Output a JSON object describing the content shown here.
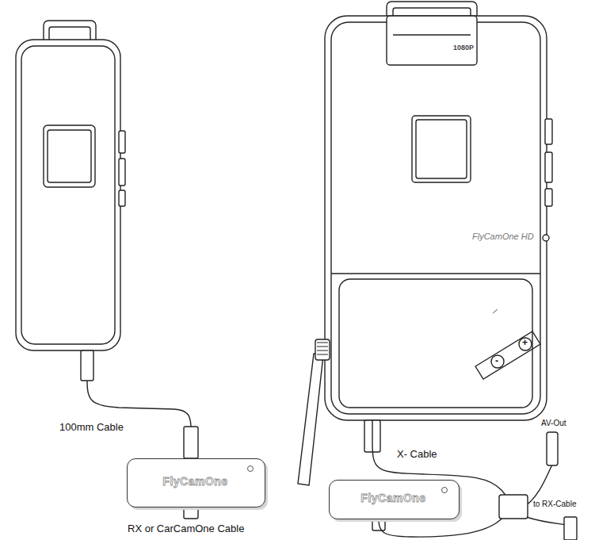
{
  "diagram": {
    "nodes": [
      {
        "text": [
          "1080P",
          "FlyCamOne HD"
        ]
      },
      {
        "text": [
          "FlyCamOne"
        ]
      },
      {
        "text": [
          "FlyCamOne"
        ]
      }
    ],
    "edges": [
      {
        "from": 0,
        "to": 2,
        "arrow": "none",
        "label": "X- Cable"
      }
    ],
    "labels": [
      "100mm Cable",
      "RX or CarCamOne Cable",
      "AV-Out",
      "to RX-Cable",
      "-",
      "+"
    ]
  }
}
